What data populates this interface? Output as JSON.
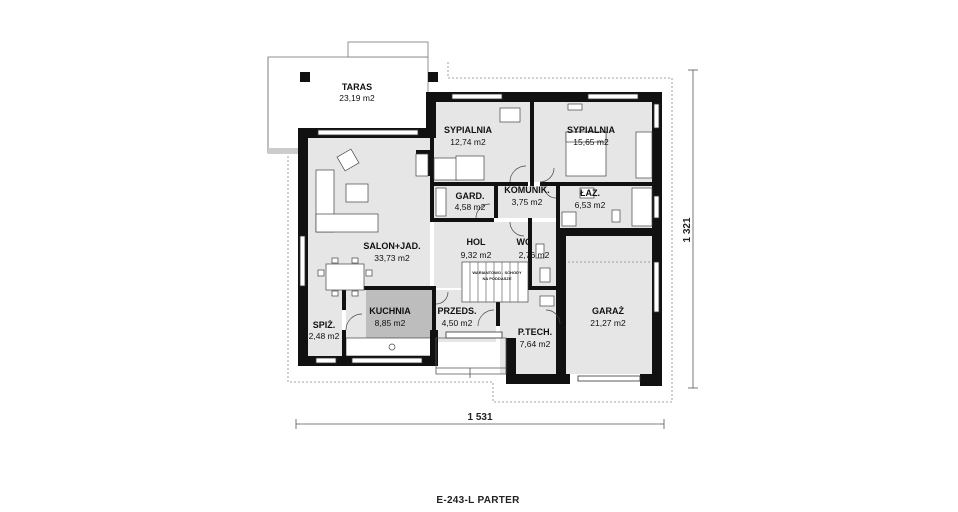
{
  "rooms": {
    "taras": {
      "name": "TARAS",
      "area": "23,19 m2"
    },
    "syp1": {
      "name": "SYPIALNIA",
      "area": "12,74 m2"
    },
    "syp2": {
      "name": "SYPIALNIA",
      "area": "15,65 m2"
    },
    "salon": {
      "name": "SALON+JAD.",
      "area": "33,73 m2"
    },
    "gard": {
      "name": "GARD.",
      "area": "4,58 m2"
    },
    "komunik": {
      "name": "KOMUNIK.",
      "area": "3,75 m2"
    },
    "laz": {
      "name": "ŁAZ.",
      "area": "6,53 m2"
    },
    "hol": {
      "name": "HOL",
      "area": "9,32 m2"
    },
    "wc": {
      "name": "WC",
      "area": "2,76 m2"
    },
    "kuchnia": {
      "name": "KUCHNIA",
      "area": "8,85 m2"
    },
    "spiz": {
      "name": "SPIŻ.",
      "area": "2,48 m2"
    },
    "przeds": {
      "name": "PRZEDS.",
      "area": "4,50 m2"
    },
    "ptech": {
      "name": "P.TECH.",
      "area": "7,64 m2"
    },
    "garaz": {
      "name": "GARAŻ",
      "area": "21,27 m2"
    }
  },
  "stair_note": {
    "line1": "WARIANTOWO - SCHODY",
    "line2": "NA PODDASZE"
  },
  "dimensions": {
    "width": "1 531",
    "height": "1 321"
  },
  "caption": "E-243-L PARTER"
}
